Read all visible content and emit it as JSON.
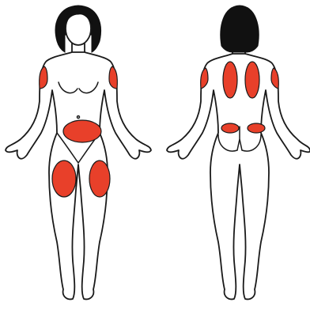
{
  "colors": {
    "background": "#ffffff",
    "outline": "#1a1a1a",
    "skin": "#ffffff",
    "hair": "#111111",
    "marker": "#e8402a"
  },
  "figures": [
    {
      "view": "front",
      "marked_regions": [
        "left-upper-arm",
        "right-upper-arm",
        "abdomen",
        "left-thigh",
        "right-thigh"
      ]
    },
    {
      "view": "back",
      "marked_regions": [
        "left-upper-arm",
        "right-upper-arm",
        "left-upper-back",
        "right-upper-back",
        "left-lower-back",
        "right-lower-back"
      ]
    }
  ]
}
